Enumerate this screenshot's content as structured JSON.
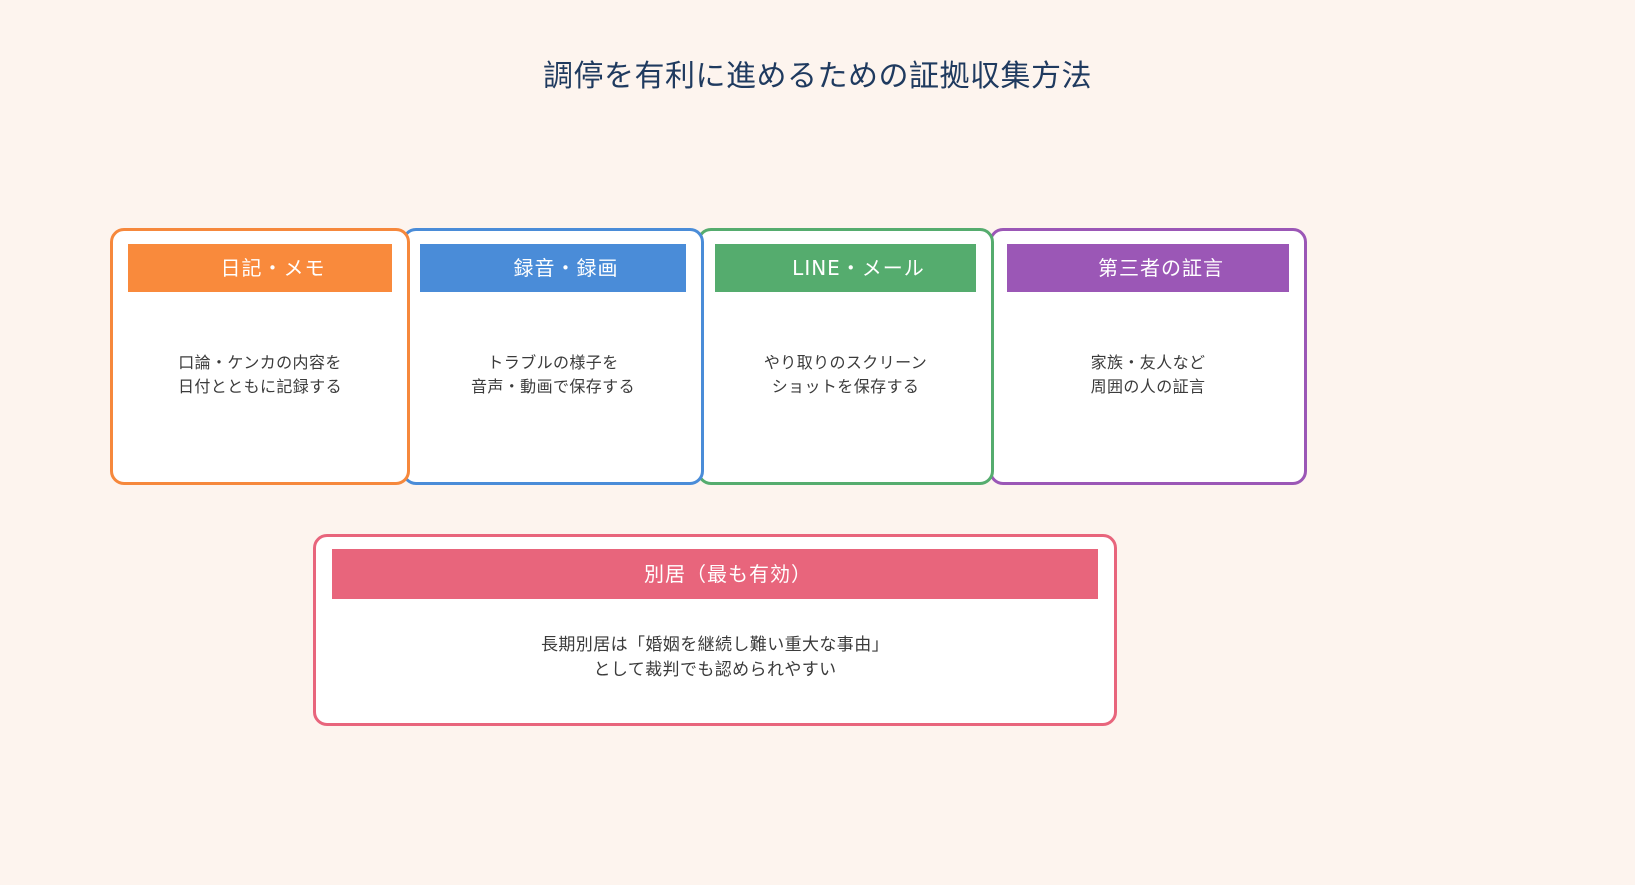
{
  "page": {
    "title": "調停を有利に進めるための証拠収集方法",
    "background_color": "#fdf4ee",
    "title_color": "#1f3a5f"
  },
  "icon": {
    "glyph_name": "missing-glyph-box",
    "note": "tofu / crossed-box placeholder shown where an emoji failed to render"
  },
  "cards": [
    {
      "id": "diary",
      "header": "日記・メモ",
      "body": "口論・ケンカの内容を\n日付とともに記録する",
      "color": "#f98a3c"
    },
    {
      "id": "record",
      "header": "録音・録画",
      "body": "トラブルの様子を\n音声・動画で保存する",
      "color": "#4a8cd8"
    },
    {
      "id": "line",
      "header": "LINE・メール",
      "body": "やり取りのスクリーン\nショットを保存する",
      "color": "#55ac6e"
    },
    {
      "id": "witness",
      "header": "第三者の証言",
      "body": "家族・友人など\n周囲の人の証言",
      "color": "#9b57b6"
    }
  ],
  "highlight_card": {
    "id": "separation",
    "header": "別居（最も有効）",
    "body": "長期別居は「婚姻を継続し難い重大な事由」\nとして裁判でも認められやすい",
    "color": "#e8657c"
  }
}
